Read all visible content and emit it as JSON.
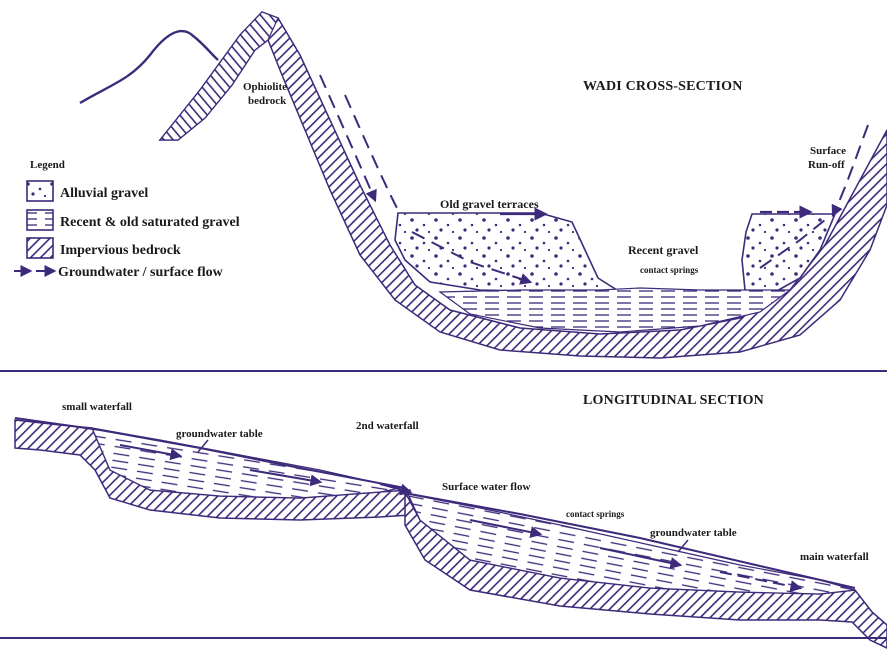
{
  "colors": {
    "ink": "#3d2a7a",
    "text": "#1a1a1a",
    "background": "#ffffff"
  },
  "cross_section": {
    "title": "WADI CROSS-SECTION",
    "labels": {
      "bedrock": [
        "Ophiolite",
        "bedrock"
      ],
      "surface_runoff": [
        "Surface",
        "Run-off"
      ],
      "old_terraces": "Old gravel terraces",
      "recent_gravel": "Recent gravel",
      "contact_springs": "contact springs"
    }
  },
  "legend": {
    "title": "Legend",
    "items": [
      {
        "label": "Alluvial gravel",
        "swatch": "dotted"
      },
      {
        "label": "Recent & old saturated gravel",
        "swatch": "dashed"
      },
      {
        "label": "Impervious bedrock",
        "swatch": "hatched"
      },
      {
        "label": "Groundwater / surface flow",
        "swatch": "arrow"
      }
    ]
  },
  "longitudinal_section": {
    "title": "LONGITUDINAL SECTION",
    "labels": {
      "small_waterfall": "small waterfall",
      "gw_table_1": "groundwater table",
      "second_waterfall": "2nd waterfall",
      "surface_flow": "Surface water flow",
      "contact_springs": "contact springs",
      "gw_table_2": "groundwater table",
      "main_waterfall": "main waterfall"
    }
  }
}
